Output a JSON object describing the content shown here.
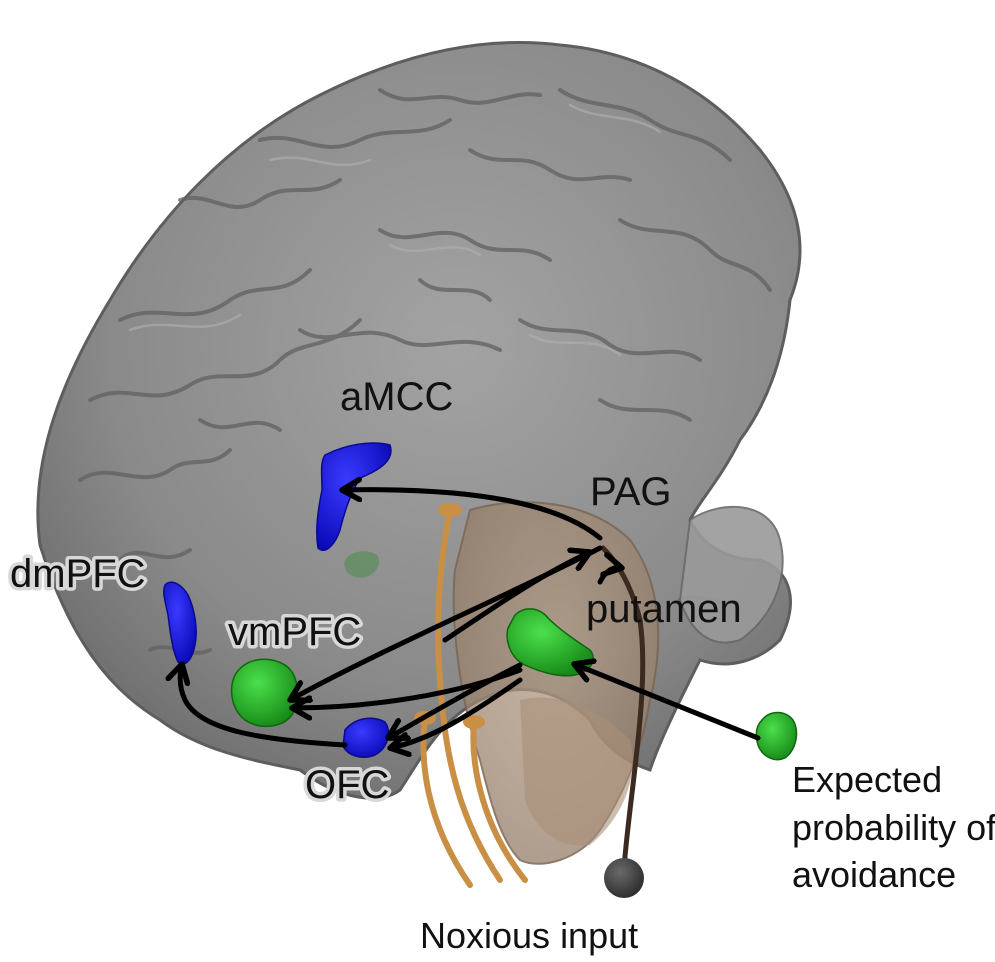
{
  "regions": {
    "amcc": "aMCC",
    "pag": "PAG",
    "dmpfc": "dmPFC",
    "putamen": "putamen",
    "vmpfc": "vmPFC",
    "ofc": "OFC"
  },
  "inputs": {
    "noxious": "Noxious input",
    "expected_line1": "Expected",
    "expected_line2": "probability of",
    "expected_line3": "avoidance"
  },
  "colors": {
    "cortex": "#8c8c8c",
    "cortex_dark": "#5e5e5e",
    "brainstem": "#a08a74",
    "blue_regions": "#1a1aee",
    "green_regions": "#22a822",
    "noxious_pathway": "#c98f45",
    "pathway_arrows": "#000000"
  }
}
